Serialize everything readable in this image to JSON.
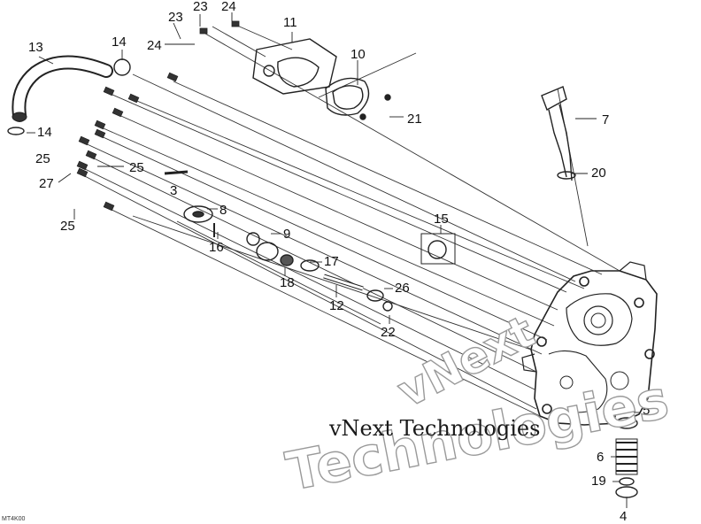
{
  "callouts": {
    "c13": "13",
    "c14a": "14",
    "c14b": "14",
    "c23": "23",
    "c23b": "23",
    "c24a": "24",
    "c24b": "24",
    "c11": "11",
    "c10": "10",
    "c7": "7",
    "c21": "21",
    "c20": "20",
    "c25a": "25",
    "c25b": "25",
    "c25c": "25",
    "c27": "27",
    "c3": "3",
    "c8": "8",
    "c16": "16",
    "c9": "9",
    "c18": "18",
    "c17": "17",
    "c15": "15",
    "c12": "12",
    "c26": "26",
    "c22": "22",
    "c5": "5",
    "c6": "6",
    "c19": "19",
    "c4": "4"
  },
  "watermark": {
    "main": "vNext Technologies",
    "ghost_large": "Technologies",
    "ghost_small": "vNext"
  },
  "figure_code": "MT4K00"
}
